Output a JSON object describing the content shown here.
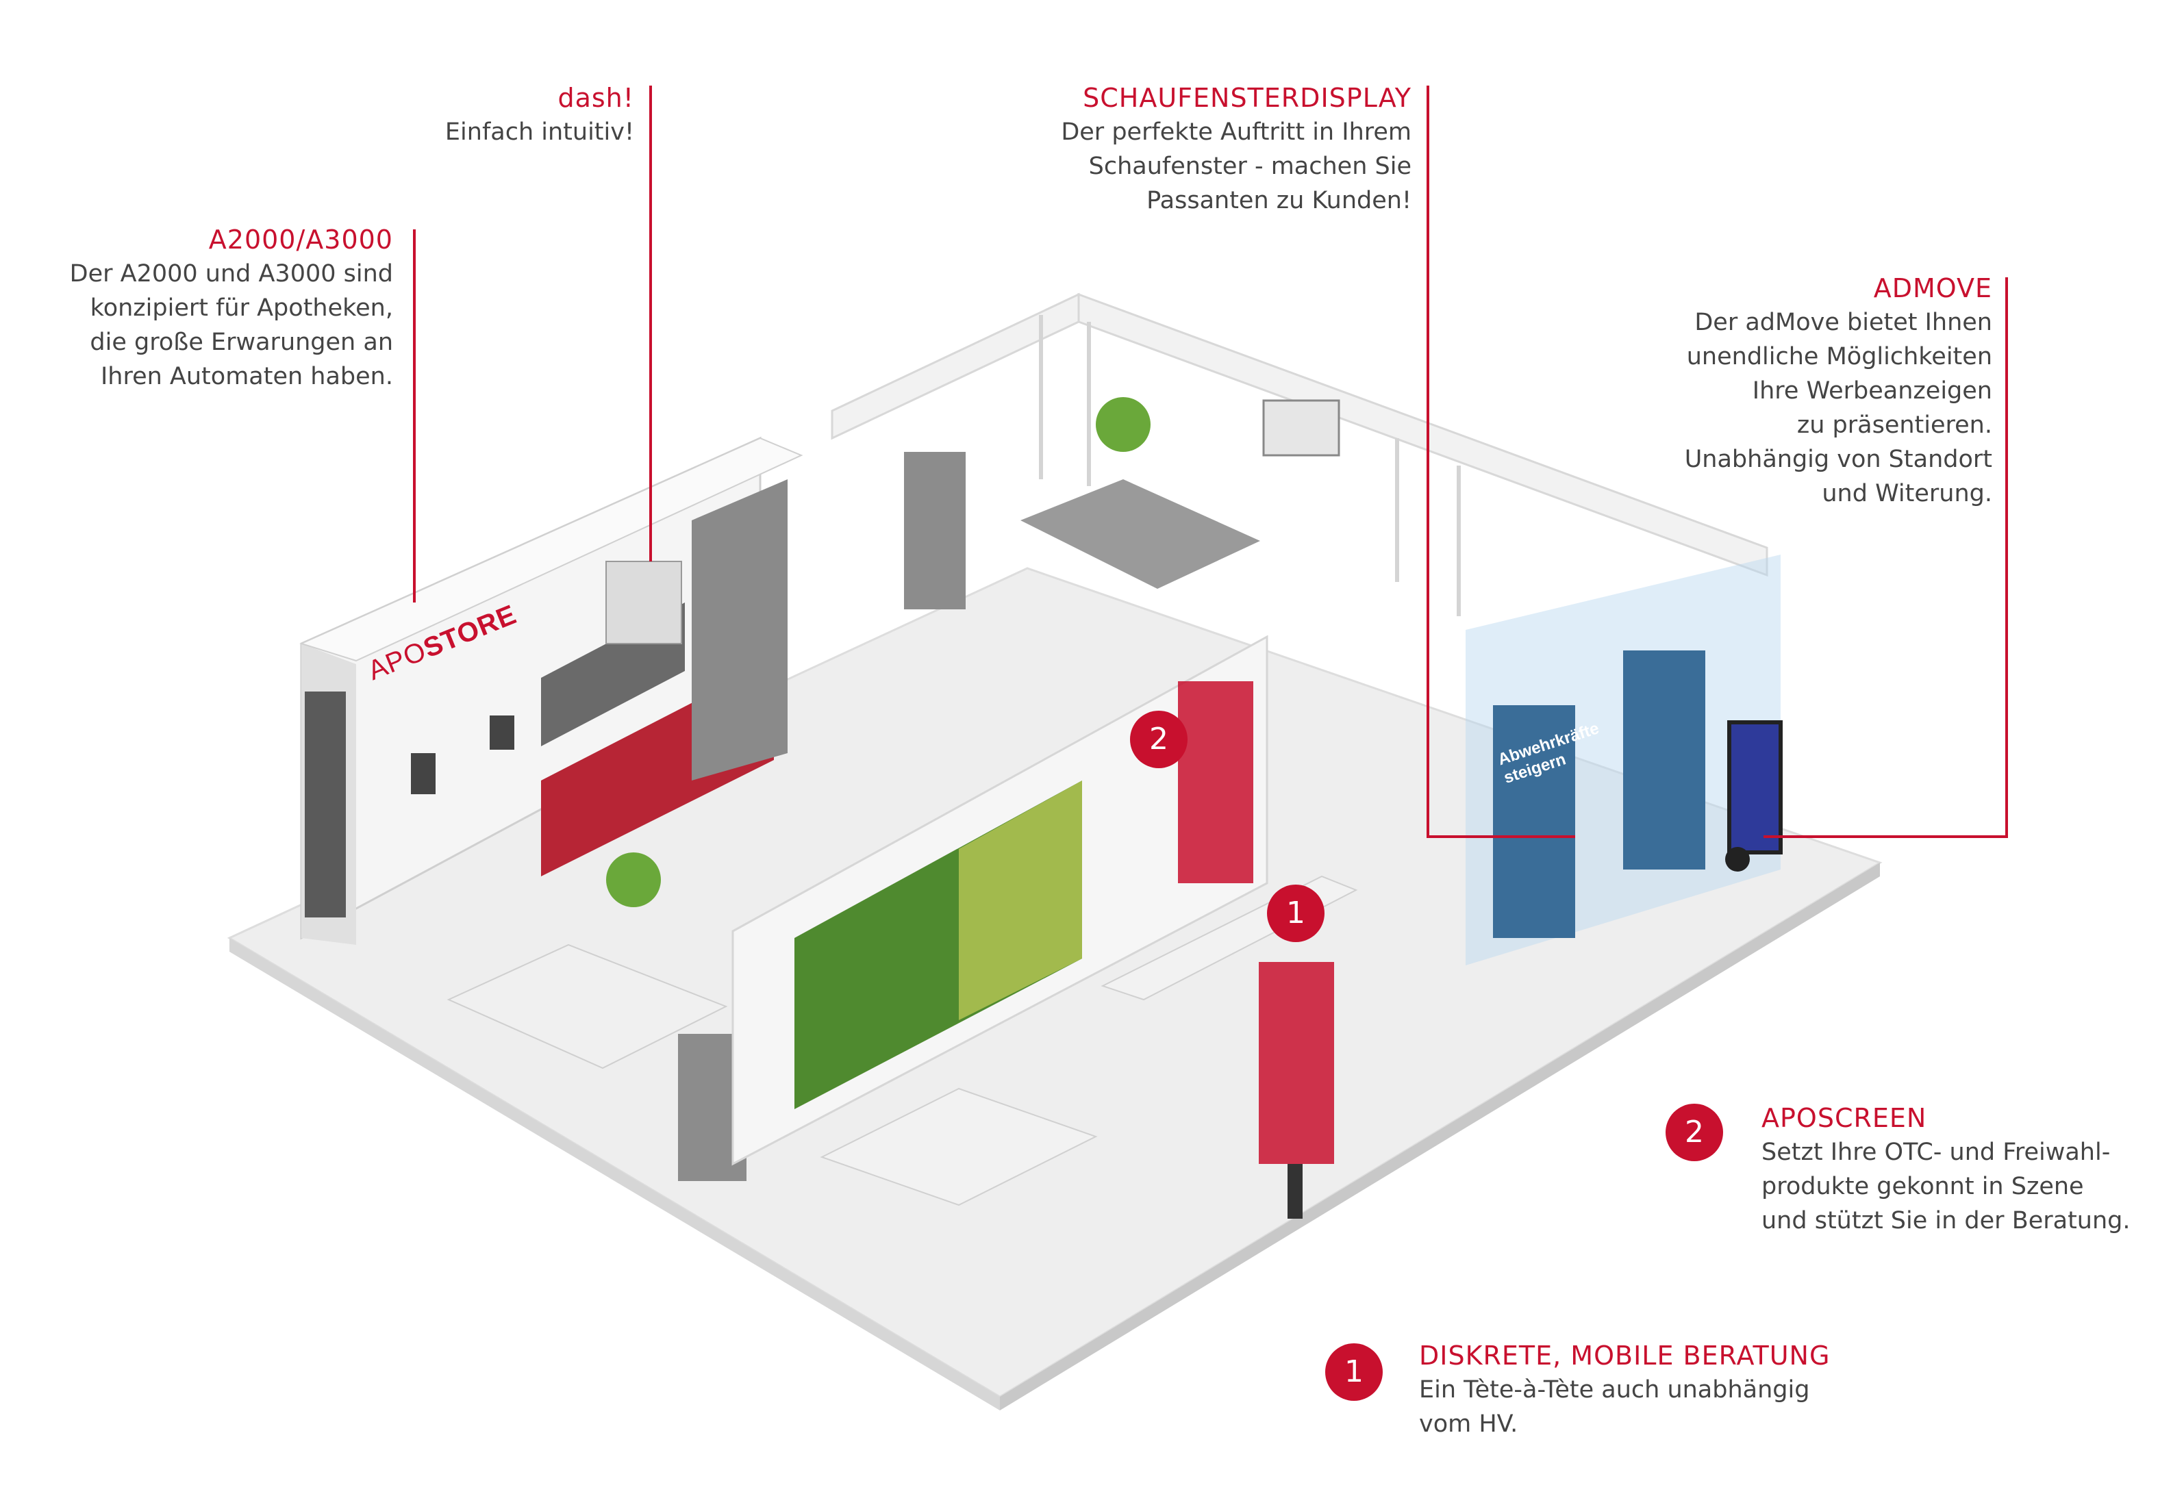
{
  "colors": {
    "accent": "#c8102e",
    "text": "#444444",
    "floor": "#eeeeee",
    "wall": "#f4f4f4",
    "shadow": "#d9d9d9"
  },
  "logo": {
    "prefix": "APO",
    "suffix": "STORE"
  },
  "callouts": {
    "dash": {
      "title": "dash!",
      "desc": [
        "Einfach intuitiv!"
      ]
    },
    "a2000": {
      "title": "A2000/A3000",
      "desc": [
        "Der A2000 und A3000 sind",
        "konzipiert für Apotheken,",
        "die große Erwarungen an",
        "Ihren Automaten haben."
      ]
    },
    "schaufenster": {
      "title": "SCHAUFENSTERDISPLAY",
      "desc": [
        "Der perfekte Auftritt in Ihrem",
        "Schaufenster - machen Sie",
        "Passanten zu Kunden!"
      ]
    },
    "admove": {
      "title": "ADMOVE",
      "desc": [
        "Der adMove bietet Ihnen",
        "unendliche Möglichkeiten",
        "Ihre Werbeanzeigen",
        "zu präsentieren.",
        "Unabhängig von Standort",
        "und Witerung."
      ]
    },
    "aposcreen": {
      "number": "2",
      "title": "APOSCREEN",
      "desc": [
        "Setzt Ihre OTC- und Freiwahl-",
        "produkte gekonnt in Szene",
        "und stützt Sie in der Beratung."
      ]
    },
    "diskrete": {
      "number": "1",
      "title": "DISKRETE, MOBILE BERATUNG",
      "desc": [
        "Ein Tète-à-Tète auch unabhängig",
        "vom HV."
      ]
    }
  },
  "scene_badges": {
    "badge_1": "1",
    "badge_2": "2"
  },
  "posters": {
    "line1": "Abwehrkräfte",
    "line2": "steigern"
  }
}
